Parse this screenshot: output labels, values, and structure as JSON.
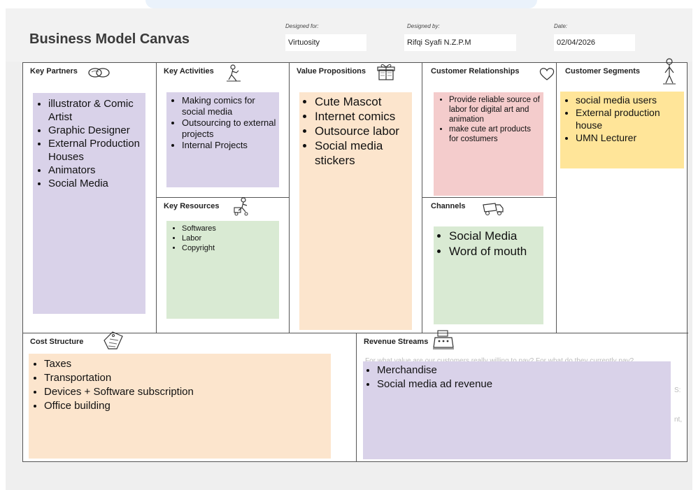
{
  "title": "Business Model Canvas",
  "meta": {
    "designed_for_label": "Designed for:",
    "designed_for": "Virtuosity",
    "designed_by_label": "Designed by:",
    "designed_by": "Rifqi Syafi N.Z.P.M",
    "date_label": "Date:",
    "date": "02/04/2026"
  },
  "sections": {
    "key_partners": {
      "title": "Key Partners",
      "items": [
        "illustrator & Comic Artist",
        "Graphic Designer",
        "External Production Houses",
        "Animators",
        "Social Media"
      ]
    },
    "key_activities": {
      "title": "Key Activities",
      "items": [
        "Making comics for social media",
        "Outsourcing to external projects",
        "Internal Projects"
      ]
    },
    "key_resources": {
      "title": "Key Resources",
      "items": [
        "Softwares",
        "Labor",
        "Copyright"
      ]
    },
    "value_propositions": {
      "title": "Value Propositions",
      "items": [
        "Cute Mascot",
        "Internet comics",
        "Outsource labor",
        "Social media stickers"
      ]
    },
    "customer_relationships": {
      "title": "Customer Relationships",
      "items": [
        "Provide reliable source of labor for digital art and animation",
        "make cute art products for costumers"
      ]
    },
    "channels": {
      "title": "Channels",
      "items": [
        "Social Media",
        "Word of mouth"
      ]
    },
    "customer_segments": {
      "title": "Customer Segments",
      "items": [
        "social media users",
        "External production house",
        "UMN Lecturer"
      ]
    },
    "cost_structure": {
      "title": "Cost Structure",
      "items": [
        "Taxes",
        "Transportation",
        "Devices + Software subscription",
        "Office building"
      ]
    },
    "revenue_streams": {
      "title": "Revenue Streams",
      "ghost_text": [
        "For what value are our customers really willing to pay? For what do they currently pay?",
        "S:",
        "nt,"
      ],
      "items": [
        "Merchandise",
        "Social media ad revenue"
      ]
    }
  },
  "colors": {
    "purple_note": "#d9d2e9",
    "green_note": "#d9ead3",
    "orange_note": "#fce5cd",
    "pink_note": "#f4cccc",
    "yellow_note": "#ffe599"
  },
  "icons": {
    "key_partners": "chain-link-icon",
    "key_activities": "worker-icon",
    "key_resources": "forklift-worker-icon",
    "value_propositions": "gift-icon",
    "customer_relationships": "heart-icon",
    "channels": "truck-icon",
    "customer_segments": "person-icon",
    "cost_structure": "price-tag-icon",
    "revenue_streams": "cash-register-icon"
  }
}
